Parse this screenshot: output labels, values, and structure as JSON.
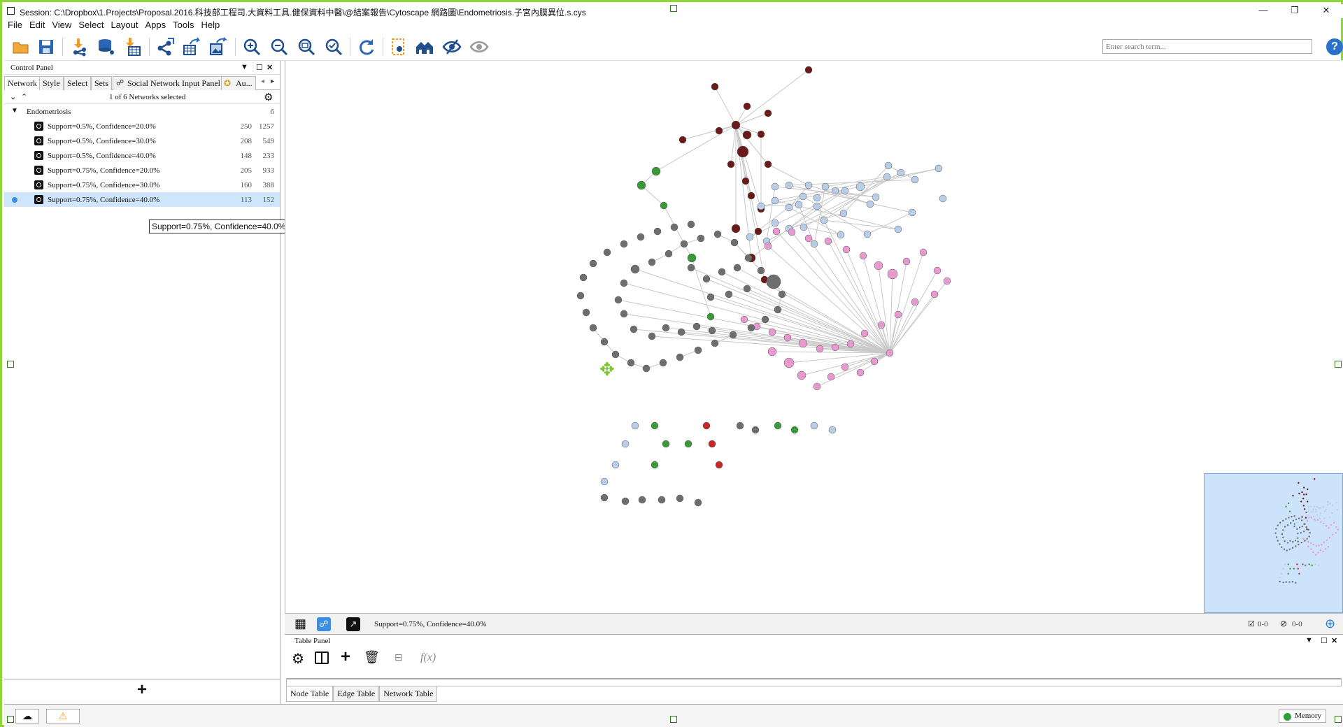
{
  "window": {
    "title": "Session: C:\\Dropbox\\1.Projects\\Proposal.2016.科技部工程司.大資料工具.健保資料中醫\\@結案報告\\Cytoscape 網路圖\\Endometriosis.子宮內膜異位.s.cys",
    "controls": [
      "—",
      "❐",
      "✕"
    ]
  },
  "menu": [
    "File",
    "Edit",
    "View",
    "Select",
    "Layout",
    "Apps",
    "Tools",
    "Help"
  ],
  "toolbar": {
    "search_placeholder": "Enter search term...",
    "help": "?"
  },
  "control_panel": {
    "title": "Control Panel",
    "tabs": [
      "Network",
      "Style",
      "Select",
      "Sets",
      "Social Network Input Panel",
      "Au..."
    ],
    "selection_text": "1 of 6 Networks selected",
    "collection": {
      "name": "Endometriosis",
      "count": "6"
    },
    "networks": [
      {
        "name": "Support=0.5%, Confidence=20.0%",
        "nodes": "250",
        "edges": "1257"
      },
      {
        "name": "Support=0.5%, Confidence=30.0%",
        "nodes": "208",
        "edges": "549"
      },
      {
        "name": "Support=0.5%, Confidence=40.0%",
        "nodes": "148",
        "edges": "233"
      },
      {
        "name": "Support=0.75%, Confidence=20.0%",
        "nodes": "205",
        "edges": "933"
      },
      {
        "name": "Support=0.75%, Confidence=30.0%",
        "nodes": "160",
        "edges": "388"
      },
      {
        "name": "Support=0.75%, Confidence=40.0%",
        "nodes": "113",
        "edges": "152"
      }
    ],
    "tooltip": "Support=0.75%, Confidence=40.0%",
    "add_label": "+"
  },
  "network_view": {
    "current_network": "Support=0.75%, Confidence=40.0%",
    "selected_counts": "0-0",
    "hidden_counts": "0-0",
    "colors": {
      "maroon": "#6b1a1a",
      "gray": "#6e6e6e",
      "pink": "#e89ad0",
      "lightblue": "#b8cde8",
      "green": "#3a9a3a",
      "red": "#c62828"
    }
  },
  "table_panel": {
    "title": "Table Panel",
    "tabs": [
      "Node Table",
      "Edge Table",
      "Network Table"
    ],
    "fx": "f(x)"
  },
  "status": {
    "memory": "Memory"
  }
}
